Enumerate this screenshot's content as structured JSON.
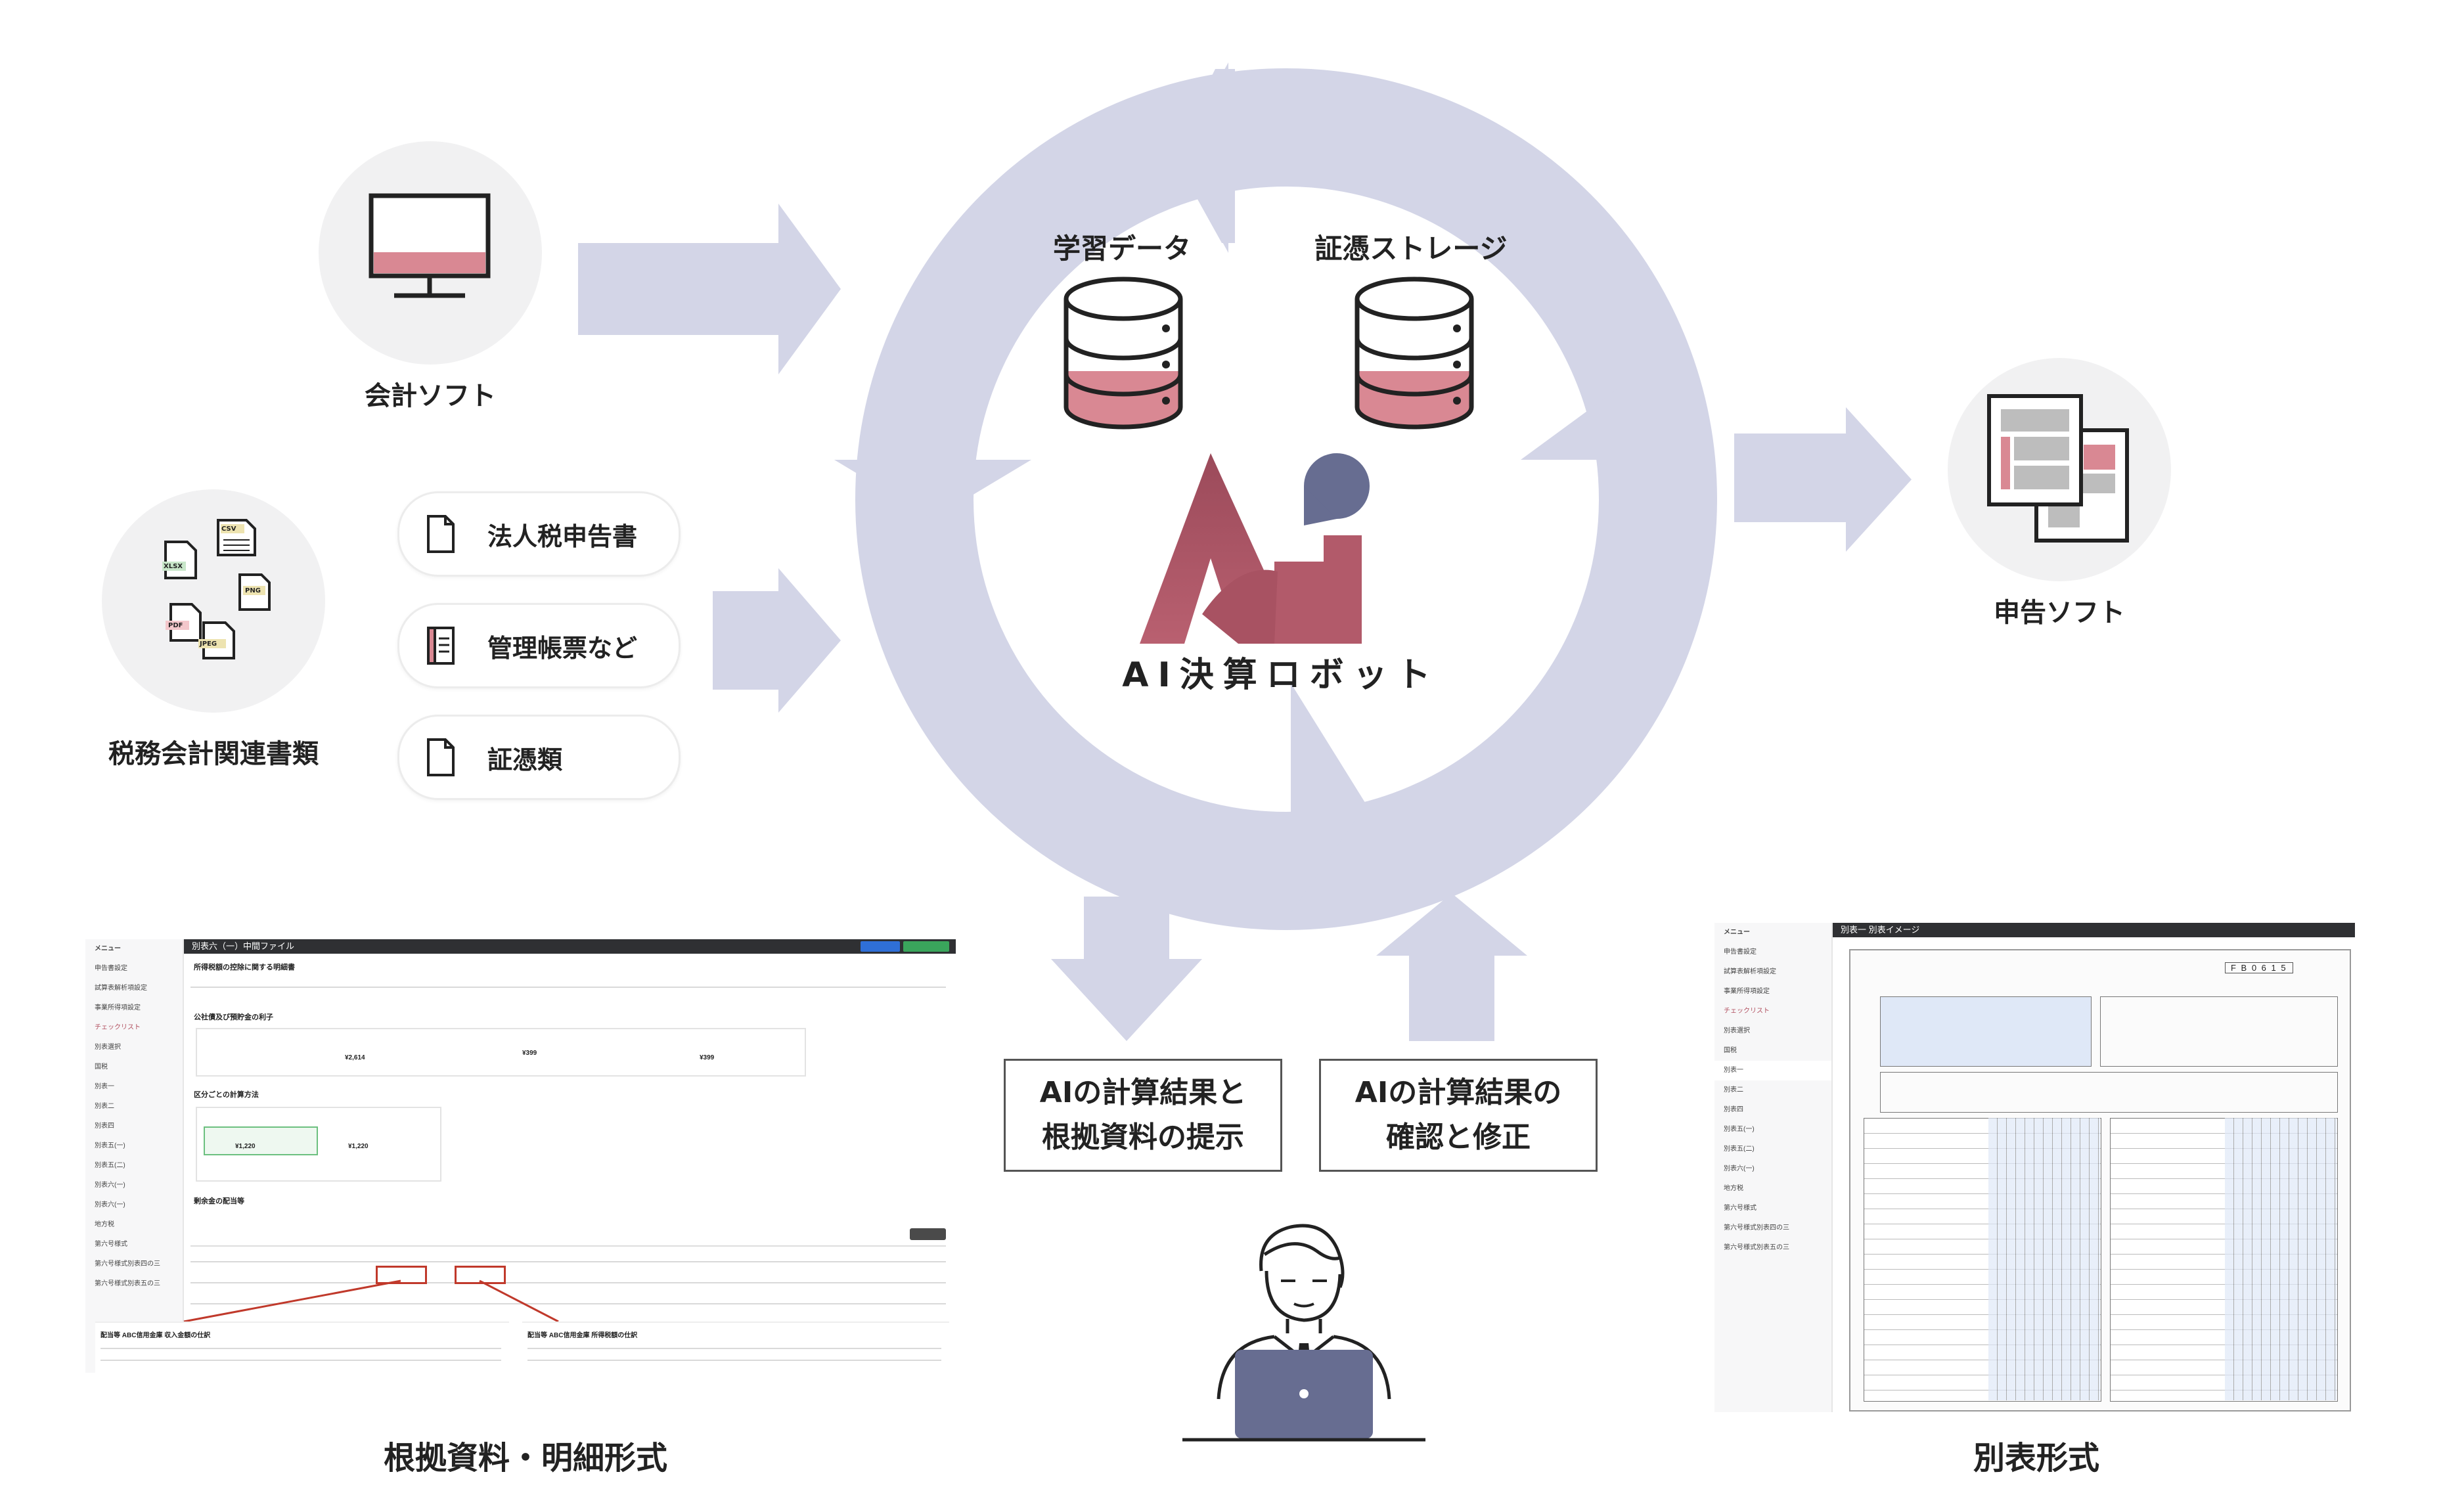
{
  "colors": {
    "cycle": "#d3d5e7",
    "accent_pink": "#d98893",
    "accent_red": "#b25060",
    "navy": "#676d91",
    "circle_bg": "#f1f1f2",
    "text": "#222222"
  },
  "center": {
    "storage_left_label": "学習データ",
    "storage_right_label": "証憑ストレージ",
    "robot_label": "AI決算ロボット"
  },
  "inputs": {
    "accounting_software_label": "会計ソフト",
    "tax_documents_label": "税務会計関連書類",
    "file_badges": [
      "CSV",
      "XLSX",
      "PNG",
      "PDF",
      "JPEG"
    ],
    "document_pills": [
      "法人税申告書",
      "管理帳票など",
      "証憑類"
    ]
  },
  "outputs": {
    "filing_software_label": "申告ソフト"
  },
  "process_boxes": {
    "left": [
      "AIの計算結果と",
      "根拠資料の提示"
    ],
    "right": [
      "AIの計算結果の",
      "確認と修正"
    ]
  },
  "screenshots": {
    "left_caption": "根拠資料・明細形式",
    "right_caption": "別表形式",
    "left_title": "別表六（一）中間ファイル",
    "left_section": "所得税額の控除に関する明細書",
    "left_menu": [
      "メニュー",
      "申告書設定",
      "試算表解析項設定",
      "事業所得項設定",
      "チェックリスト",
      "別表選択",
      "国税",
      "別表一",
      "別表二",
      "別表四",
      "別表五(一)",
      "別表五(二)",
      "別表六(一)",
      "別表六(一)",
      "地方税",
      "第六号様式",
      "第六号様式別表四の三",
      "第六号様式別表五の三"
    ],
    "left_subsections": [
      "公社債及び預貯金の利子",
      "区分ごとの計算方法",
      "剰余金の配当等"
    ],
    "left_amounts": [
      "¥2,614",
      "¥399",
      "¥399",
      "¥1,220",
      "¥1,220"
    ],
    "left_popup_left": "配当等 ABC信用金庫 収入金額の仕訳",
    "left_popup_right": "配当等 ABC信用金庫 所得税額の仕訳",
    "right_title": "別表一 別表イメージ",
    "right_menu": [
      "メニュー",
      "申告書設定",
      "試算表解析項設定",
      "事業所得項設定",
      "チェックリスト",
      "別表選択",
      "国税",
      "別表一",
      "別表二",
      "別表四",
      "別表五(一)",
      "別表五(二)",
      "別表六(一)",
      "地方税",
      "第六号様式",
      "第六号様式別表四の三",
      "第六号様式別表五の三"
    ],
    "right_form_code": "F B 0 6 1 5"
  }
}
